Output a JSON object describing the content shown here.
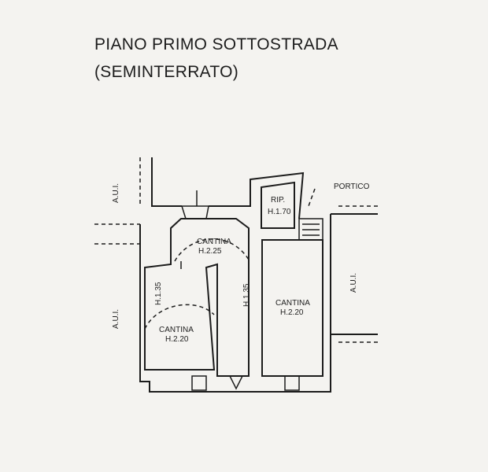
{
  "title": {
    "line1": "PIANO PRIMO SOTTOSTRADA",
    "line2": "(SEMINTERRATO)"
  },
  "labels": {
    "aui_top": "A.U.I.",
    "aui_left": "A.U.I.",
    "aui_right": "A.U.I.",
    "portico": "PORTICO",
    "rip_name": "RIP.",
    "rip_height": "H.1.70",
    "cantina_top_name": "CANTINA",
    "cantina_top_height": "H.2.25",
    "cantina_left_name": "CANTINA",
    "cantina_left_height": "H.2.20",
    "cantina_right_name": "CANTINA",
    "cantina_right_height": "H.2.20",
    "h_left": "H.1.35",
    "h_mid": "H.1.35"
  },
  "colors": {
    "background": "#f4f3f0",
    "wall": "#1c1c1c"
  }
}
